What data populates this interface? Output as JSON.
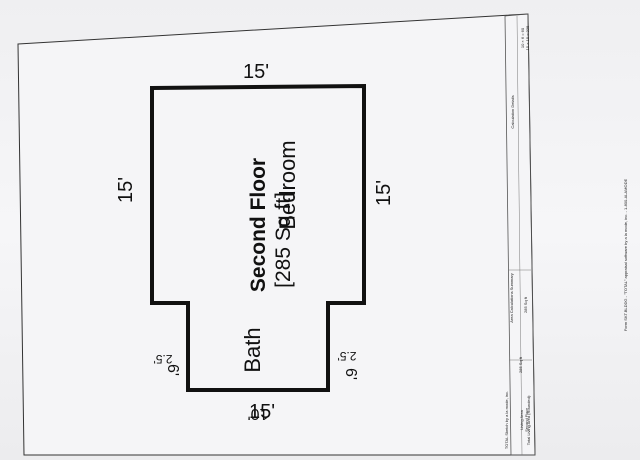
{
  "plan": {
    "title": "Second Floor",
    "area_label": "[285 Sq ft]",
    "rooms": [
      "Bath",
      "Bedroom"
    ],
    "dims": {
      "top": "15'",
      "left": "15'",
      "right": "15'",
      "right_lower": "15'",
      "bottom": "10'",
      "notch_left_a": "2.5'",
      "notch_left_b": "6'",
      "notch_right_a": "2.5'",
      "notch_right_b": "6'"
    }
  },
  "summary": {
    "heading": "Area Calculations Summary",
    "details_heading": "Calculation Details",
    "living_area": "Living Area",
    "second_floor": "Second Floor",
    "second_floor_value": "285 Sq ft",
    "total_label": "Total Living Area (Rounded):",
    "total_value": "285 Sq ft",
    "calc_1": "10 × 6 = 60",
    "calc_2": "15 × 15 = 225",
    "sketch_by": "TOTAL Sketch by a la mode, inc."
  },
  "footer": "Form SKT.BLDDG - \"TOTAL\" appraisal software by a la mode, inc. - 1-800-ALAMODE"
}
